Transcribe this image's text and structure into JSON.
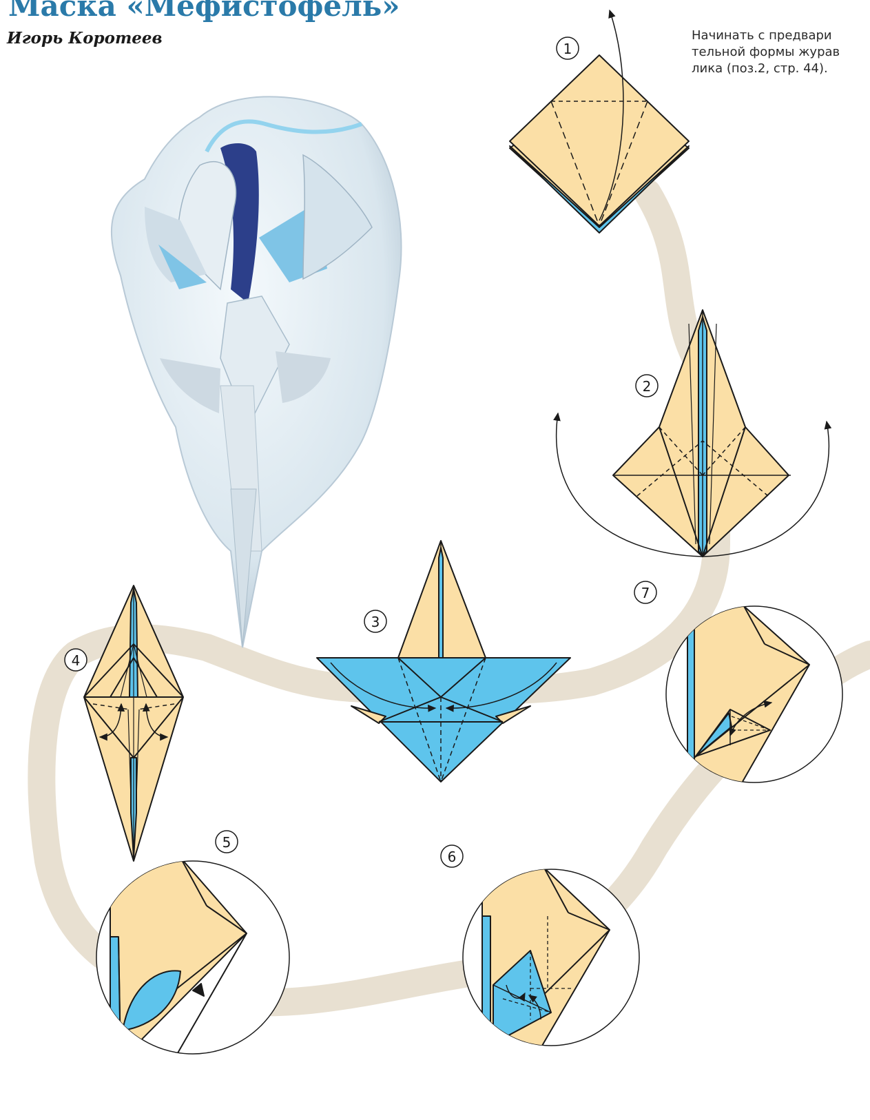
{
  "header": {
    "title": "Маска «Мефистофель»",
    "author": "Игорь Коротеев"
  },
  "note": {
    "lines": [
      "Начинать с предвари",
      "тельной формы журав",
      "лика (поз.2, стр. 44)."
    ]
  },
  "steps": [
    {
      "number": "1"
    },
    {
      "number": "2"
    },
    {
      "number": "3"
    },
    {
      "number": "4"
    },
    {
      "number": "5"
    },
    {
      "number": "6"
    },
    {
      "number": "7"
    }
  ],
  "colors": {
    "paper_front": "#fbdfa6",
    "paper_back": "#5ec4ec",
    "path": "#e8e0d1",
    "title": "#2a7aa9",
    "line": "#1a1a1a"
  }
}
